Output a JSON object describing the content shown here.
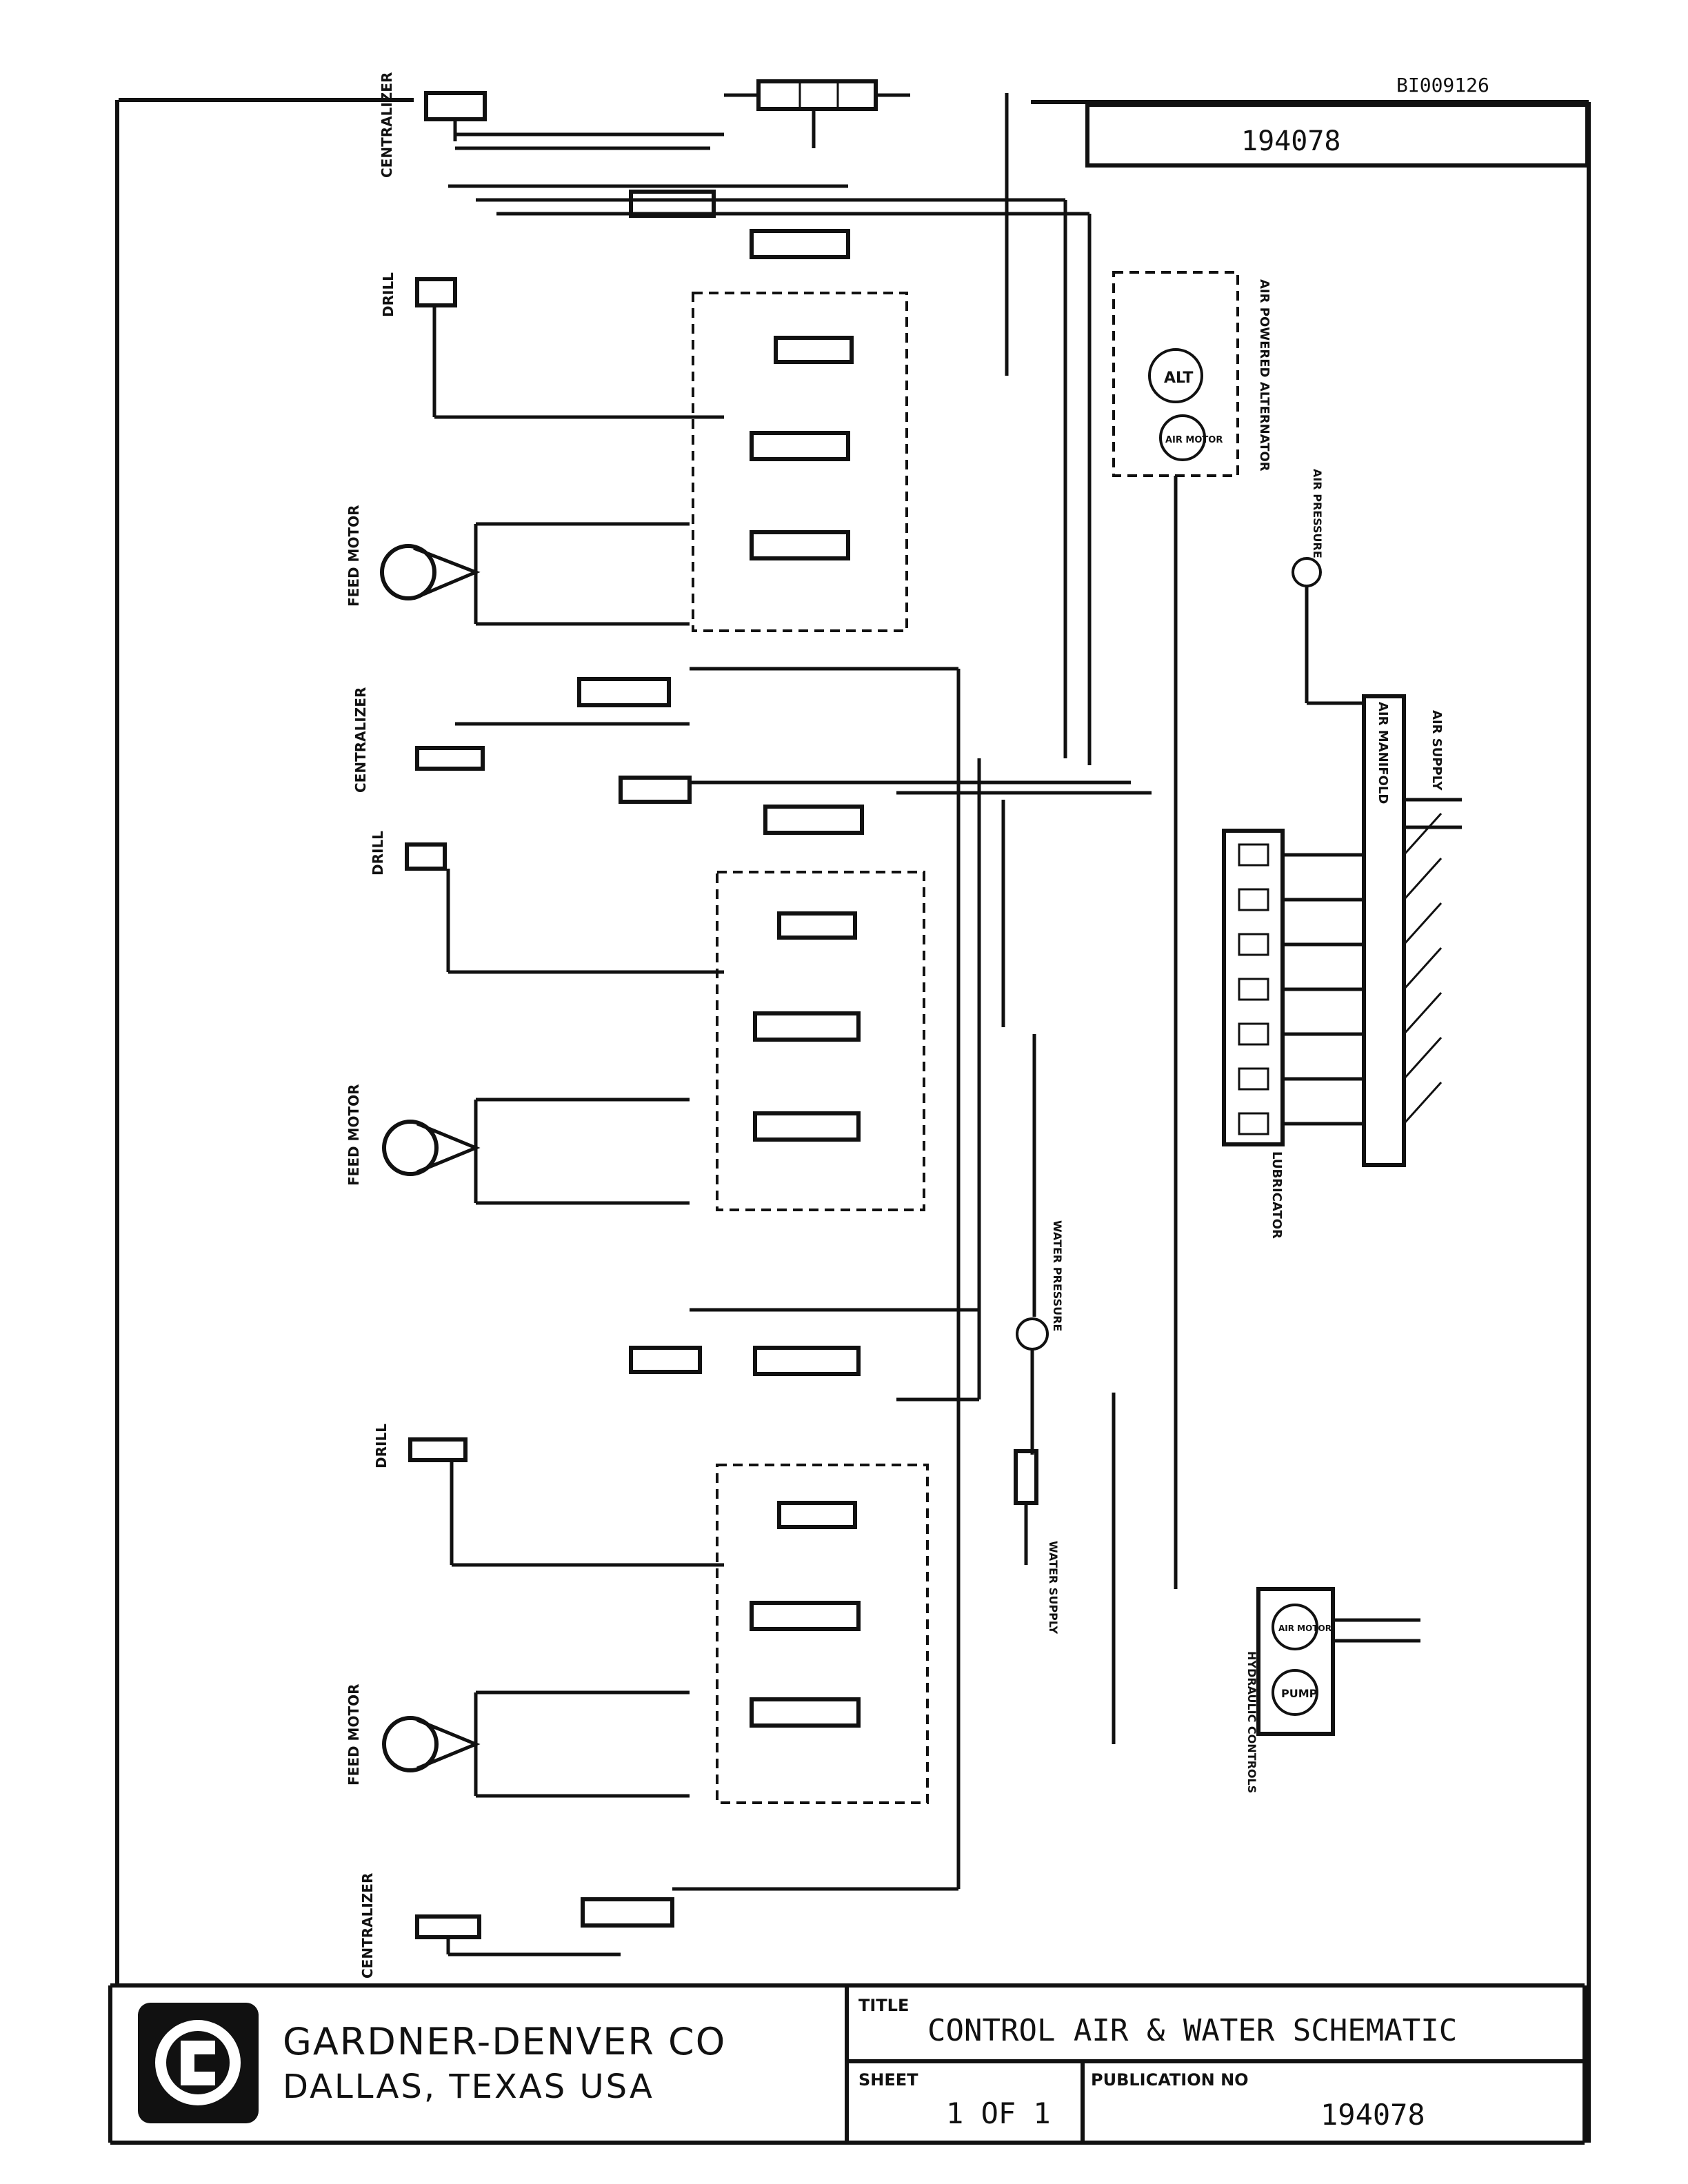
{
  "doc_ref": "BI009126",
  "drawing_number": "194078",
  "company": {
    "name": "GARDNER-DENVER CO",
    "location": "DALLAS, TEXAS USA"
  },
  "title_block": {
    "title_label": "TITLE",
    "title": "CONTROL AIR & WATER SCHEMATIC",
    "sheet_label": "SHEET",
    "sheet": "1 OF 1",
    "publication_label": "PUBLICATION NO",
    "publication": "194078"
  },
  "components": {
    "centralizer": "CENTRALIZER",
    "drill": "DRILL",
    "feed_motor": "FEED MOTOR",
    "air_manifold": "AIR MANIFOLD",
    "air_supply": "AIR SUPPLY",
    "air_pressure": "AIR PRESSURE",
    "water_pressure": "WATER PRESSURE",
    "water_supply": "WATER SUPPLY",
    "lubricator": "LUBRICATOR",
    "air_powered_alternator": "AIR POWERED ALTERNATOR",
    "hydraulic_controls": "HYDRAULIC CONTROLS",
    "alt": "ALT",
    "pump": "PUMP",
    "air_motor": "AIR MOTOR"
  },
  "colors": {
    "ink": "#111111",
    "paper": "#ffffff"
  }
}
